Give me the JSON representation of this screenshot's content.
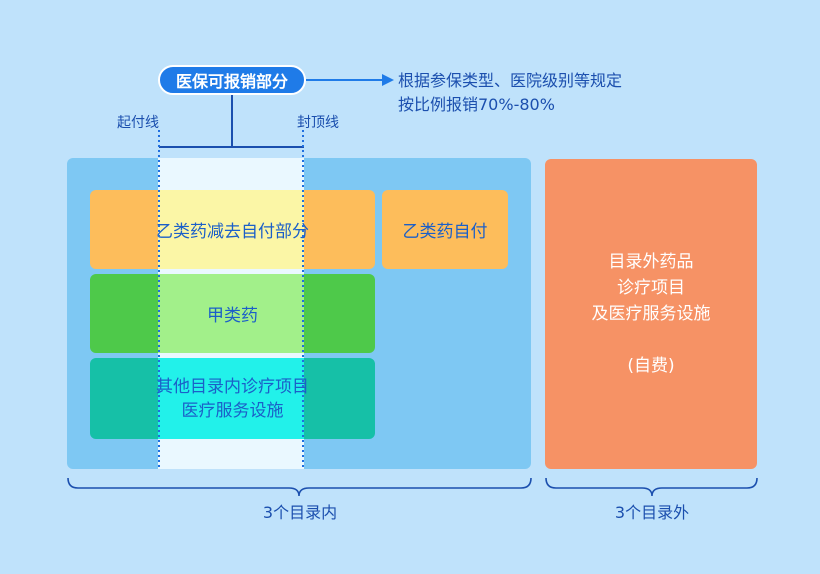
{
  "header": {
    "pill_label": "医保可报销部分",
    "desc_line1": "根据参保类型、医院级别等规定",
    "desc_line2": "按比例报销70%-80%",
    "start_line": "起付线",
    "cap_line": "封顶线"
  },
  "blocks": {
    "class_b_minus": "乙类药减去自付部分",
    "class_b_self": "乙类药自付",
    "class_a": "甲类药",
    "other_line1": "其他目录内诊疗项目",
    "other_line2": "医疗服务设施"
  },
  "outside": {
    "line1": "目录外药品",
    "line2": "诊疗项目",
    "line3": "及医疗服务设施",
    "line4": "(自费)"
  },
  "bottom": {
    "inside_label": "3个目录内",
    "outside_label": "3个目录外"
  },
  "colors": {
    "background": "#bfe2fb",
    "accent_blue": "#1f7be8",
    "inner_panel": "#7ec8f3",
    "outer_panel": "#f69265",
    "class_b": "#fdbd5b",
    "class_a": "#4ec94a",
    "other": "#16c0a7"
  }
}
